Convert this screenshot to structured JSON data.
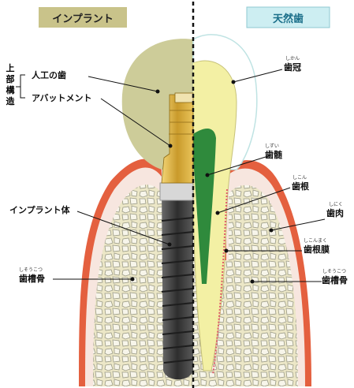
{
  "headers": {
    "implant": "インプラント",
    "natural": "天然歯"
  },
  "left_group": {
    "vertical_title": [
      "上",
      "部",
      "構",
      "造"
    ],
    "items": [
      "人工の歯",
      "アバットメント"
    ]
  },
  "labels": {
    "implant_body": "インプラント体",
    "alveolar_left": "歯槽骨",
    "alveolar_left_ruby": "しそうこつ",
    "crown": "歯冠",
    "crown_ruby": "しかん",
    "pulp": "歯髄",
    "pulp_ruby": "しずい",
    "root": "歯根",
    "root_ruby": "しこん",
    "gum": "歯肉",
    "gum_ruby": "しにく",
    "pdl": "歯根膜",
    "pdl_ruby": "しこんまく",
    "alveolar_right": "歯槽骨",
    "alveolar_right_ruby": "しそうこつ"
  },
  "colors": {
    "implant_header_bg": "#c9c38a",
    "natural_header_bg": "#cdeef2",
    "gum": "#e4603f",
    "bone": "#ece7c7",
    "crown_implant": "#cdcc99",
    "tooth": "#f3f0a4",
    "pulp": "#2f8a3c",
    "abutment": "#d4a93c",
    "implant_body": "#4a4a4a"
  }
}
